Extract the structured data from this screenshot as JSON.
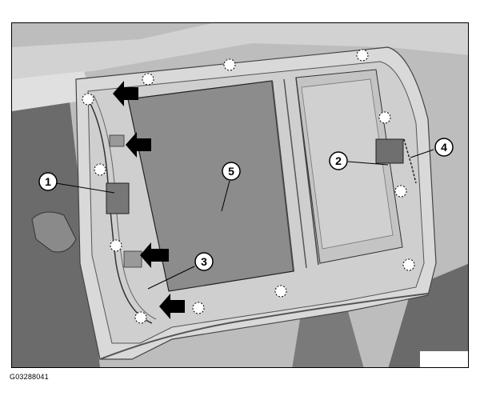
{
  "figure": {
    "id_label": "G03288041"
  },
  "callouts": [
    {
      "label": "1"
    },
    {
      "label": "2"
    },
    {
      "label": "3"
    },
    {
      "label": "4"
    },
    {
      "label": "5"
    }
  ],
  "colors": {
    "background": "#bdbdbd",
    "frame_light": "#d9d9d9",
    "glass_panel": "#8c8c8c",
    "interior_dark": "#5e5e5e",
    "arrow": "#000000",
    "fastener_circle": "#ffffff"
  },
  "icons": {
    "fastener_marker": "dashed-circle",
    "location_arrow": "black-block-arrow"
  }
}
